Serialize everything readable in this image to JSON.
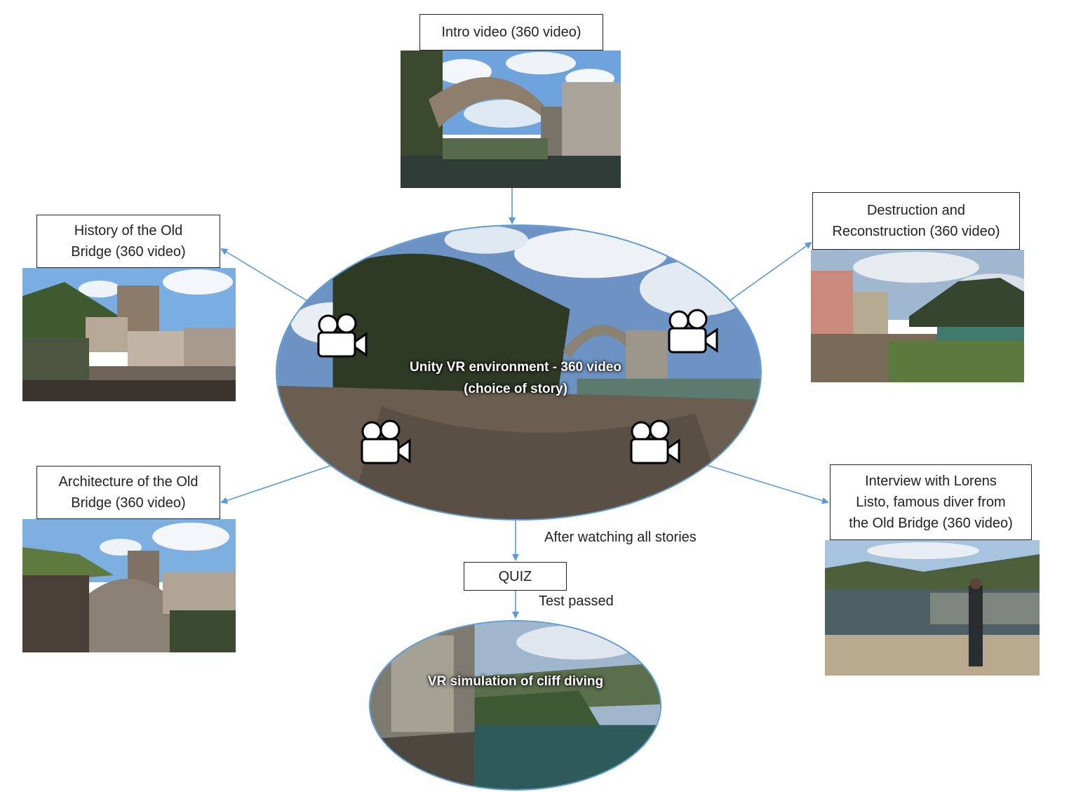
{
  "intro": {
    "line1": "Intro video (360 video)"
  },
  "history": {
    "line1": "History of the Old",
    "line2": "Bridge (360 video)"
  },
  "destruction": {
    "line1": "Destruction and",
    "line2": "Reconstruction (360 video)"
  },
  "architecture": {
    "line1": "Architecture of the Old",
    "line2": "Bridge (360 video)"
  },
  "interview": {
    "line1": "Interview with Lorens",
    "line2": "Listo, famous diver from",
    "line3": "the Old Bridge (360 video)"
  },
  "center": {
    "line1": "Unity VR environment -  360 video",
    "line2": "(choice of story)"
  },
  "quiz": {
    "label": "QUIZ"
  },
  "after_watching": "After watching all stories",
  "test_passed": "Test passed",
  "simulation": {
    "label": "VR simulation of cliff diving"
  },
  "colors": {
    "arrow": "#5b9bd5",
    "box_border": "#222222"
  },
  "icons": [
    "video-camera-icon",
    "video-camera-icon",
    "video-camera-icon",
    "video-camera-icon"
  ]
}
